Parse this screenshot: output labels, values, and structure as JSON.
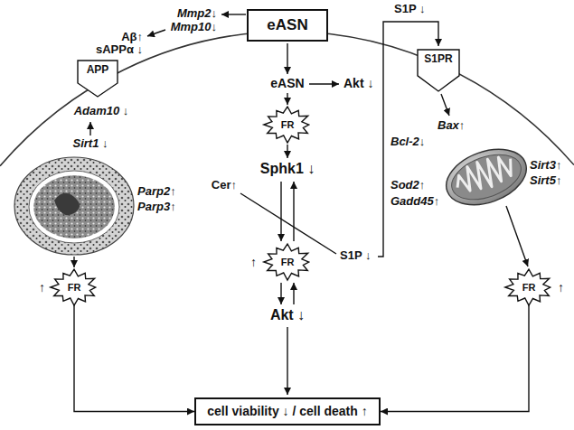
{
  "diagram": {
    "nodes": [
      {
        "text": [
          "eASN"
        ]
      },
      {
        "text": [
          "S1PR"
        ]
      },
      {
        "text": [
          "APP"
        ]
      },
      {
        "text": [
          "FR"
        ]
      },
      {
        "text": [
          "FR"
        ]
      },
      {
        "text": [
          "FR"
        ]
      },
      {
        "text": [
          "FR"
        ]
      },
      {
        "text": [
          "cell viability ↓ / cell death ↑"
        ]
      }
    ],
    "edges": [
      {
        "from": 5,
        "to": 7,
        "arrow": "to"
      },
      {
        "from": 6,
        "to": 7,
        "arrow": "to"
      }
    ],
    "labels": [
      "S1P ↓",
      "Mmp2↓",
      "Mmp10↓",
      "Aβ↑",
      "sAPPα ↓",
      "eASN",
      "Akt ↓",
      "Adam10 ↓",
      "Bax↑",
      "Bcl-2↓",
      "Sirt1 ↓",
      "Sphk1 ↓",
      "Cer↑",
      "Sirt3↑",
      "Sirt5↑",
      "Sod2↑",
      "Parp2↑",
      "Gadd45↑",
      "Parp3↑",
      "↑",
      "S1P ↓",
      "↑",
      "↑",
      "Akt ↓"
    ]
  }
}
